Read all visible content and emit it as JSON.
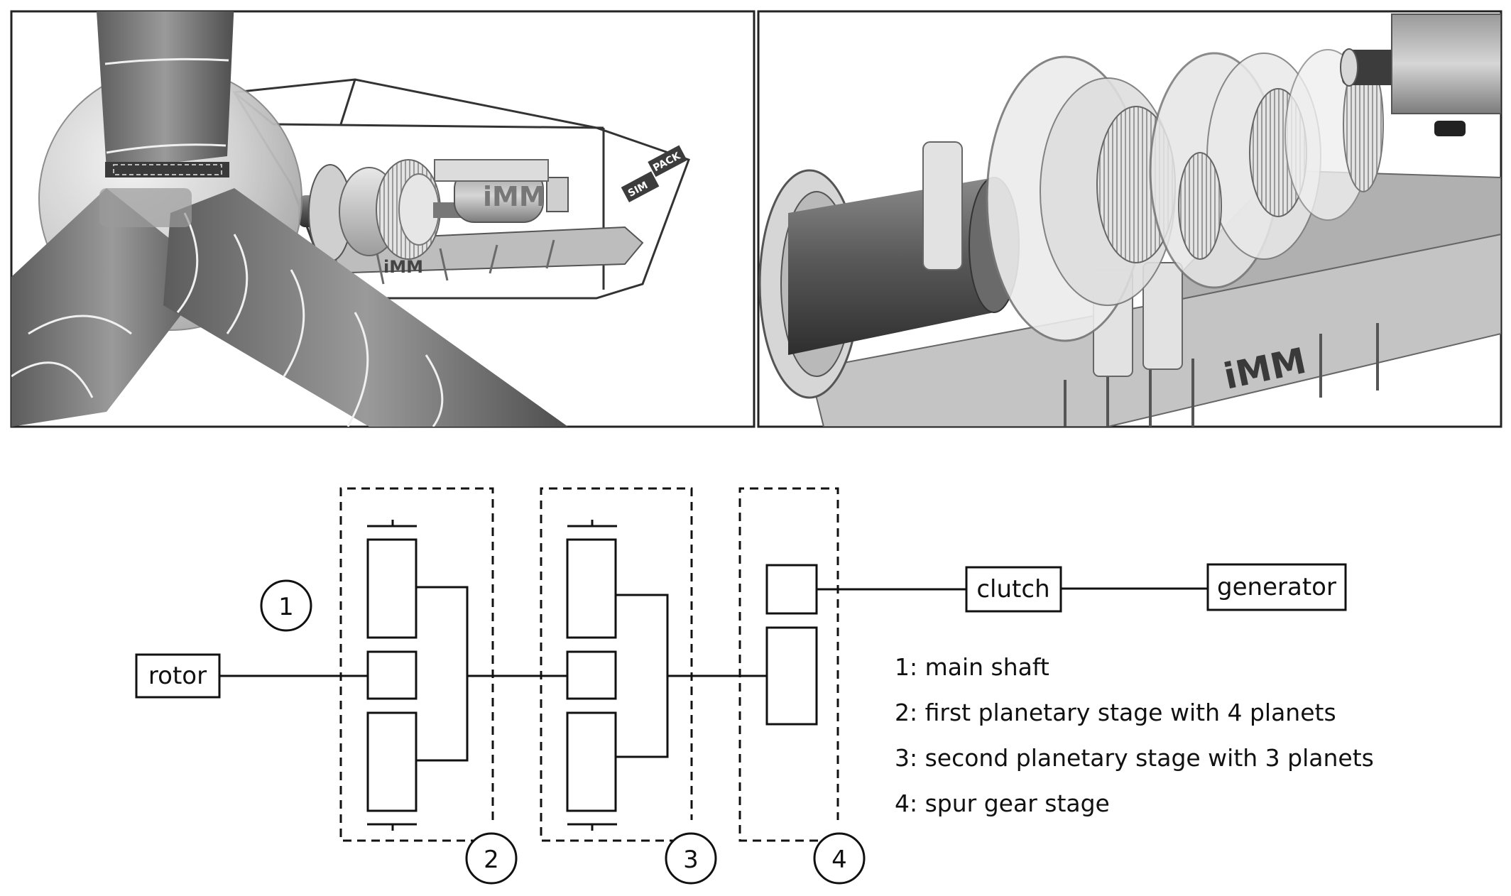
{
  "logos": {
    "imm_left": "iMM",
    "imm_right": "iMM",
    "imm_frame": "iMM",
    "simpack_1": "SIM",
    "simpack_2": "PACK"
  },
  "diagram": {
    "rotor": "rotor",
    "clutch": "clutch",
    "generator": "generator",
    "markers": [
      "1",
      "2",
      "3",
      "4"
    ],
    "legend": [
      "1: main shaft",
      "2: first planetary stage with 4 planets",
      "3: second planetary stage with 3 planets",
      "4: spur gear stage"
    ]
  }
}
